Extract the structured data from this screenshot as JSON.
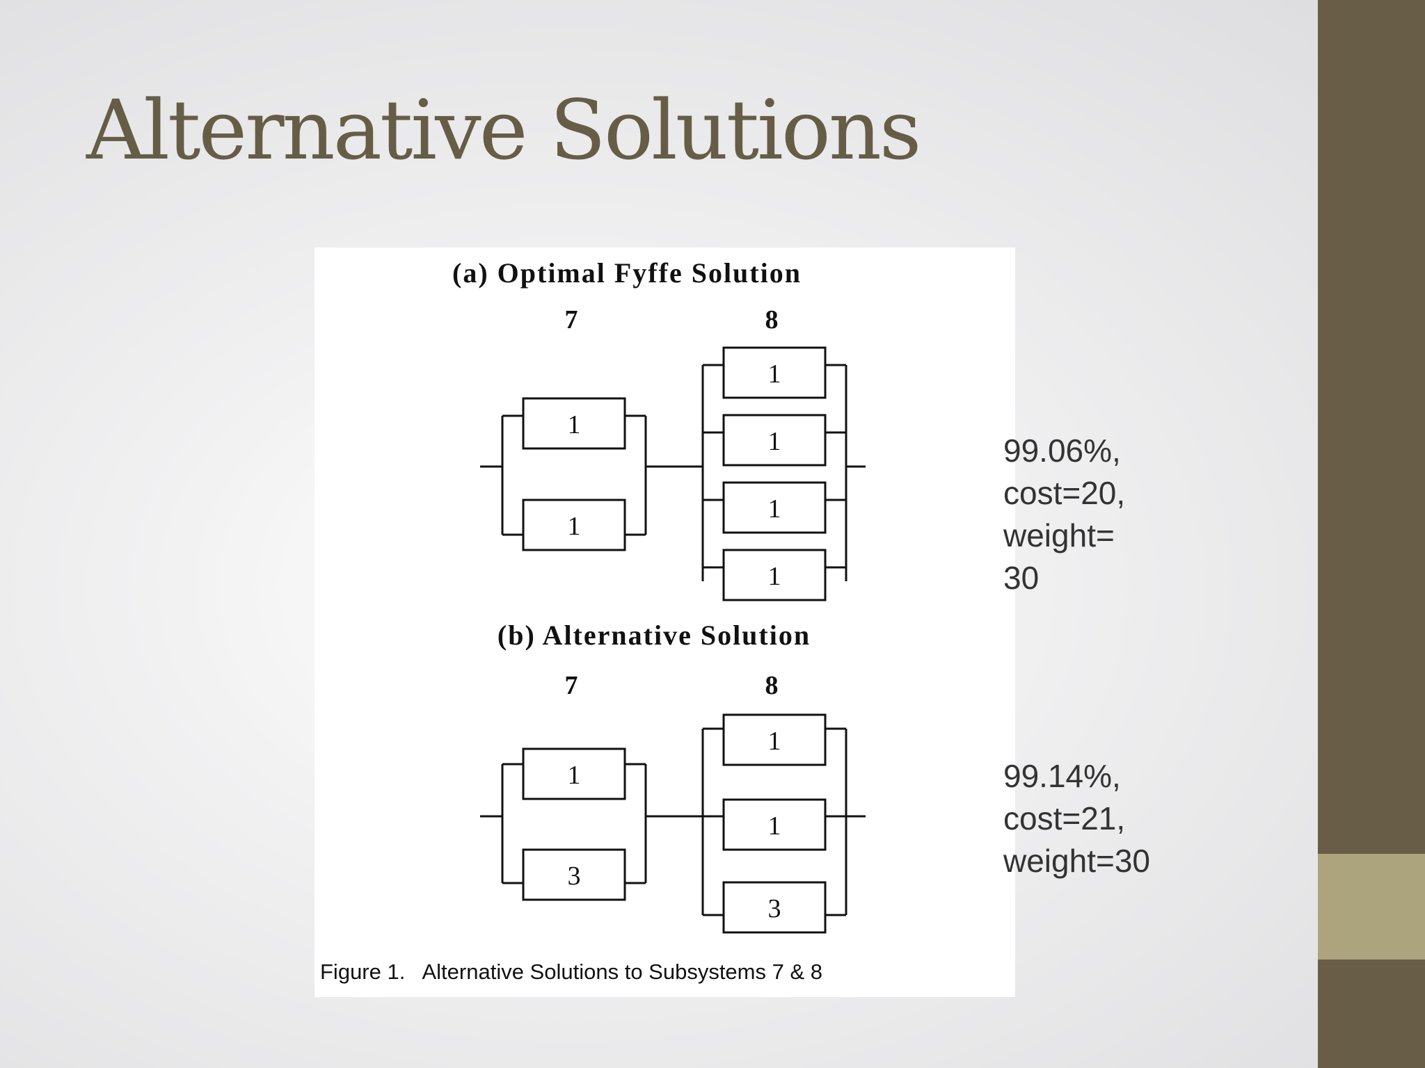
{
  "slide": {
    "title": "Alternative Solutions"
  },
  "figure": {
    "caption_num": "Figure 1.",
    "caption_text": "Alternative Solutions to Subsystems 7 & 8",
    "panels": [
      {
        "heading": "(a) Optimal Fyffe Solution",
        "subsystem7": {
          "label": "7",
          "components": [
            "1",
            "1"
          ]
        },
        "subsystem8": {
          "label": "8",
          "components": [
            "1",
            "1",
            "1",
            "1"
          ]
        }
      },
      {
        "heading": "(b) Alternative Solution",
        "subsystem7": {
          "label": "7",
          "components": [
            "1",
            "3"
          ]
        },
        "subsystem8": {
          "label": "8",
          "components": [
            "1",
            "1",
            "3"
          ]
        }
      }
    ]
  },
  "results": [
    {
      "lines": [
        "99.06%,",
        "cost=20,",
        "weight=",
        "30"
      ]
    },
    {
      "lines": [
        "99.14%,",
        "cost=21,",
        "weight=30"
      ]
    }
  ],
  "colors": {
    "title": "#665d47",
    "sidebar": "#685d47",
    "sidebar_accent": "#aca47d"
  }
}
